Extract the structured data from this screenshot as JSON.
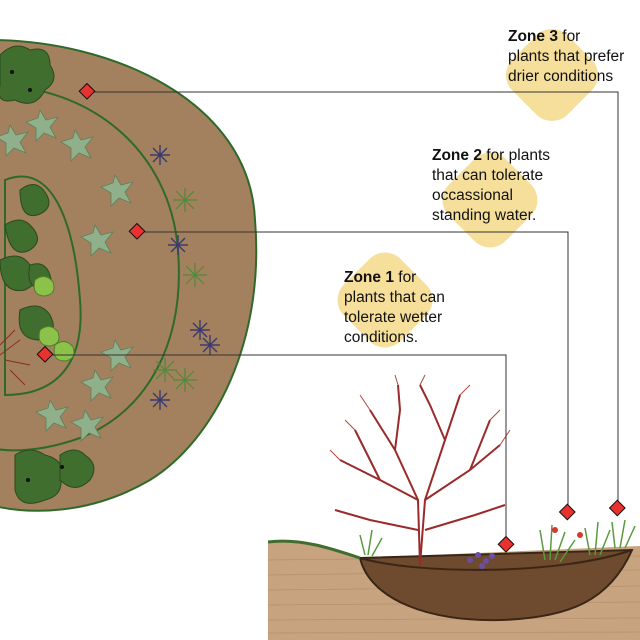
{
  "zones": [
    {
      "id": "zone-3",
      "title": "Zone 3",
      "rest": " for",
      "lines": [
        "plants that prefer",
        "drier conditions"
      ]
    },
    {
      "id": "zone-2",
      "title": "Zone 2",
      "rest": " for plants",
      "lines": [
        "that can tolerate",
        "occassional",
        "standing water."
      ]
    },
    {
      "id": "zone-1",
      "title": "Zone 1",
      "rest": " for",
      "lines": [
        "plants that can",
        "tolerate wetter",
        "conditions."
      ]
    }
  ],
  "colors": {
    "soil_plan": "#a4815e",
    "ring_line": "#2f6a2a",
    "leader_line": "#333333",
    "marker_fill": "#e8322f",
    "callout_bg": "#f3d98a",
    "shrub": "#9b2a2a"
  }
}
